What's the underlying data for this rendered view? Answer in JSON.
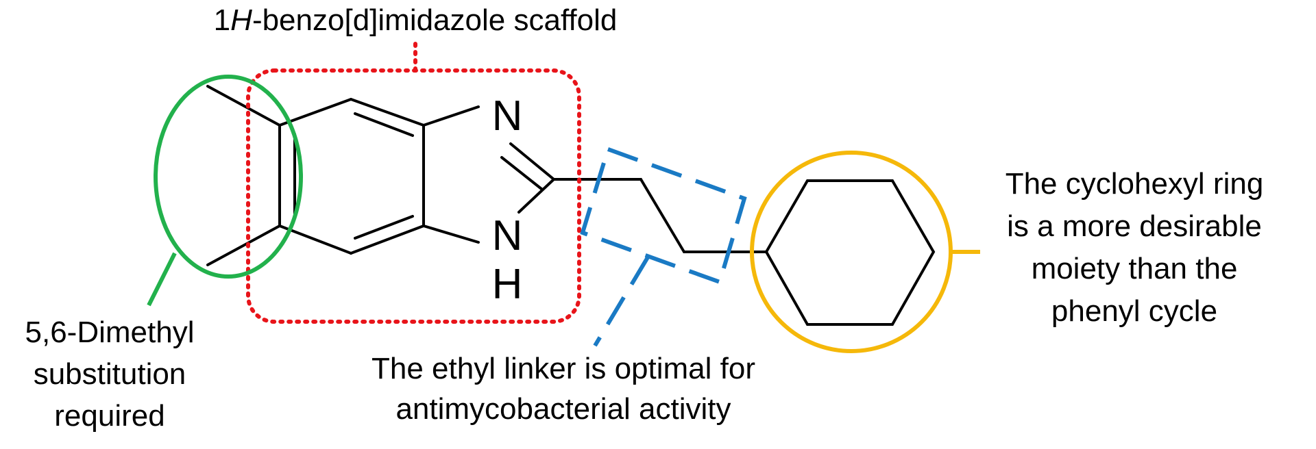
{
  "title": {
    "prefix": "1",
    "italic": "H",
    "suffix": "-benzo[d]imidazole scaffold"
  },
  "atoms": {
    "n_top": "N",
    "n_bottom": "N",
    "h": "H"
  },
  "annotations": {
    "dimethyl": [
      "5,6-Dimethyl",
      "substitution",
      "required"
    ],
    "linker": [
      "The ethyl linker is optimal for",
      "antimycobacterial activity"
    ],
    "cyclohexyl": [
      "The cyclohexyl ring",
      "is a more desirable",
      "moiety than the",
      "phenyl cycle"
    ]
  },
  "colors": {
    "bonds": "#000000",
    "scaffold_box": "#e8141a",
    "dimethyl_ellipse": "#22b14c",
    "linker_box": "#1a7ac4",
    "cyclohexyl_circle": "#f5b80a"
  }
}
